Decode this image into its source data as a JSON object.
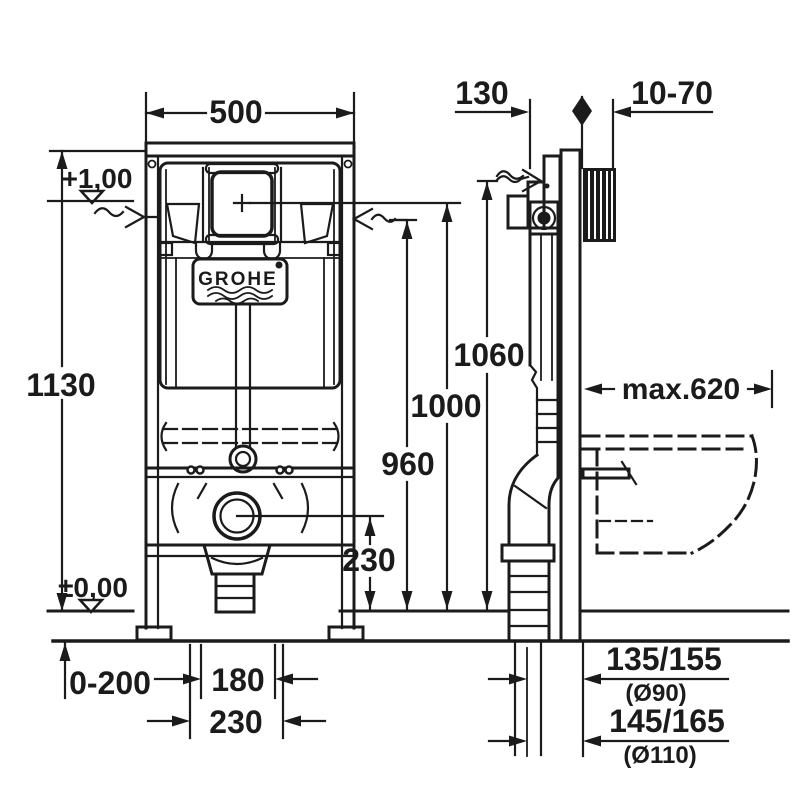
{
  "drawing": {
    "title": "concealed-cistern-installation-frame",
    "brand": "GROHE",
    "colors": {
      "line": "#1b1b1b",
      "background": "#ffffff",
      "bracket_pad": "#111111"
    },
    "dims": {
      "front_width": "500",
      "frame_depth": "130",
      "wall_finish_range": "10-70",
      "upper_level": "+1,00",
      "frame_height": "1130",
      "floor_level": "±0,00",
      "supply_height": "1060",
      "plate_center_height": "1000",
      "bend_height": "960",
      "max_side": "max.620",
      "outlet_center_height": "230",
      "floor_buildup": "0-200",
      "bolt_spacing": "180",
      "outlet_offset": "230",
      "outlet_small": "135/155",
      "outlet_small_dia": "(Ø90)",
      "outlet_large": "145/165",
      "outlet_large_dia": "(Ø110)"
    }
  }
}
